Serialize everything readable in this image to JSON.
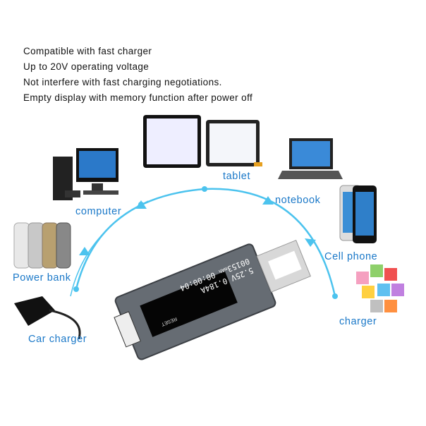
{
  "features": [
    "Compatible with fast charger",
    "Up to 20V operating voltage",
    "Not interfere with fast charging negotiations.",
    "Empty display with memory function after power off"
  ],
  "devices": {
    "computer": "computer",
    "tablet": "tablet",
    "notebook": "notebook",
    "cell_phone": "Cell phone",
    "power_bank": "Power bank",
    "car_charger": "Car charger",
    "charger": "charger"
  },
  "meter": {
    "reset_label": "RESET",
    "voltage": "5.25",
    "voltage_unit": "V",
    "current": "0.184",
    "current_unit": "A",
    "capacity": "00153",
    "capacity_unit": "mAh",
    "time": "00:00:04"
  },
  "colors": {
    "accent": "#1a78c8",
    "arc": "#4cc3ee"
  }
}
